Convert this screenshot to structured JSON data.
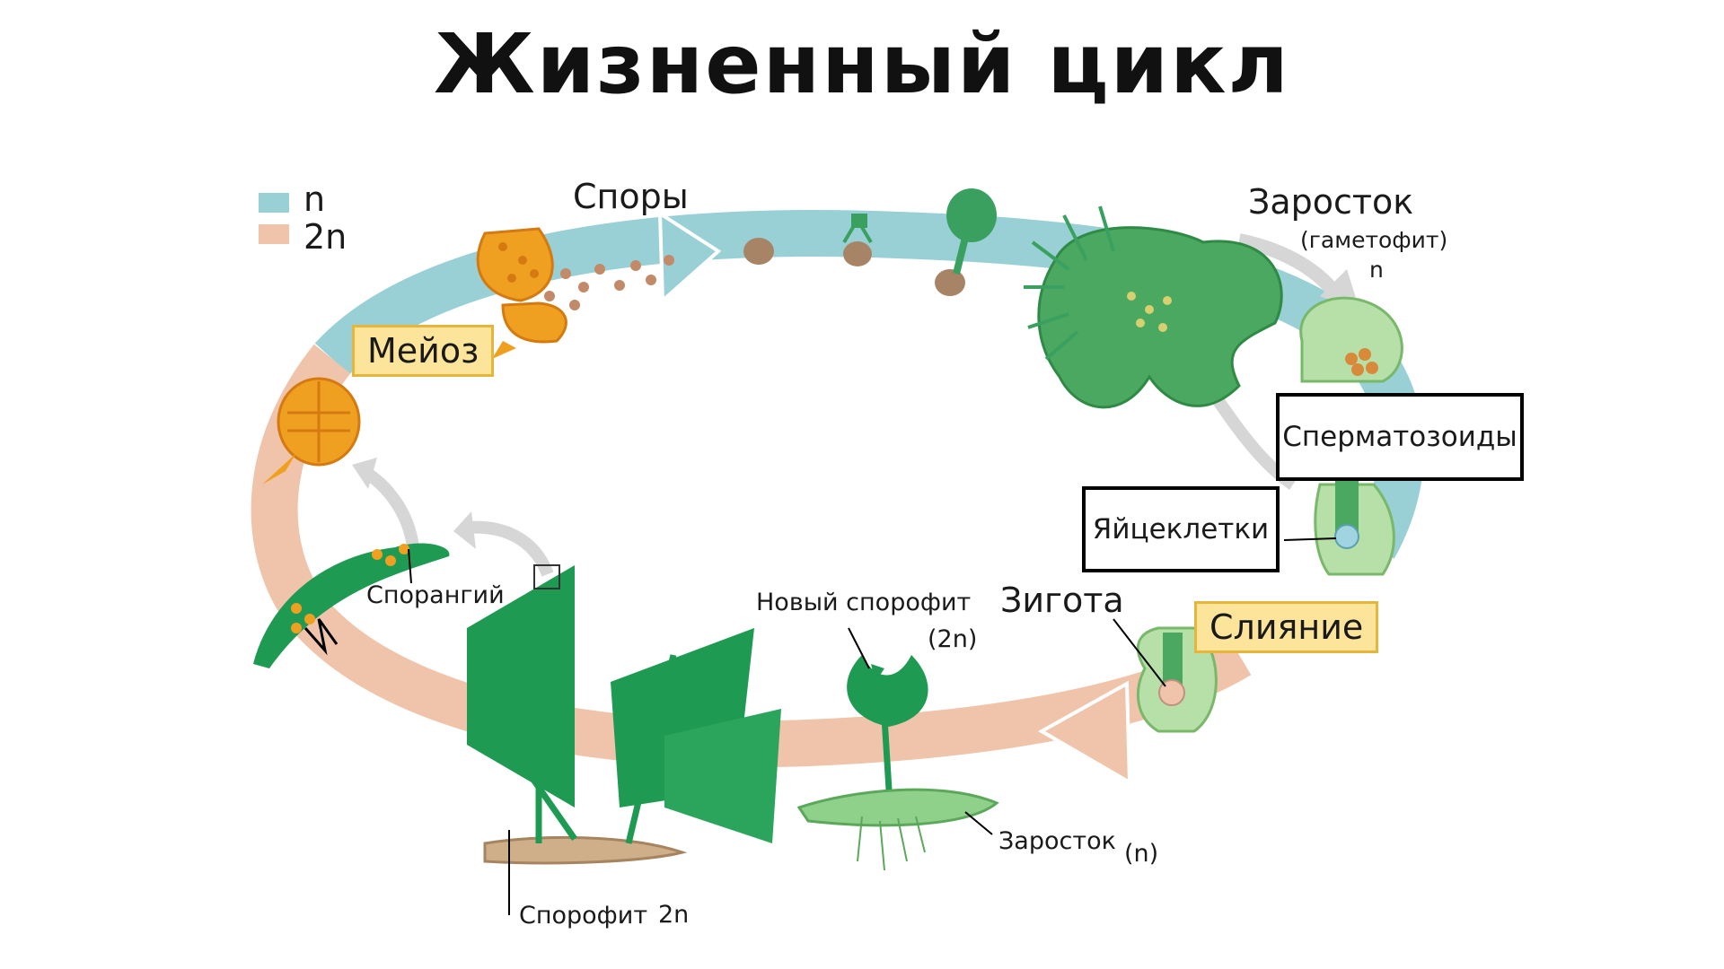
{
  "title": "Жизненный цикл",
  "legend": [
    {
      "label": "n",
      "color": "#98d0d6"
    },
    {
      "label": "2n",
      "color": "#f0c4ab"
    }
  ],
  "labels": {
    "spores": "Споры",
    "prothallus": "Заросток",
    "gametophyte": "(гаметофит)",
    "gametophyte_ploidy": "n",
    "sperm": "Сперматозоиды",
    "eggs": "Яйцеклетки",
    "zygote": "Зигота",
    "fusion": "Слияние",
    "meiosis": "Мейоз",
    "sporangium": "Спорангий",
    "new_sporophyte": "Новый спорофит",
    "new_sporophyte_ploidy": "(2n)",
    "prothallus_bottom": "Заросток",
    "prothallus_bottom_ploidy": "(n)",
    "sporophyte": "Спорофит",
    "sporophyte_ploidy": "2n"
  },
  "colors": {
    "haploid": "#98d0d6",
    "diploid": "#f0c4ab",
    "sporangium": "#f0a020",
    "plant_green": "#1f9a52",
    "light_green": "#8fd08a",
    "arrow_grey": "#d6d6d6"
  }
}
